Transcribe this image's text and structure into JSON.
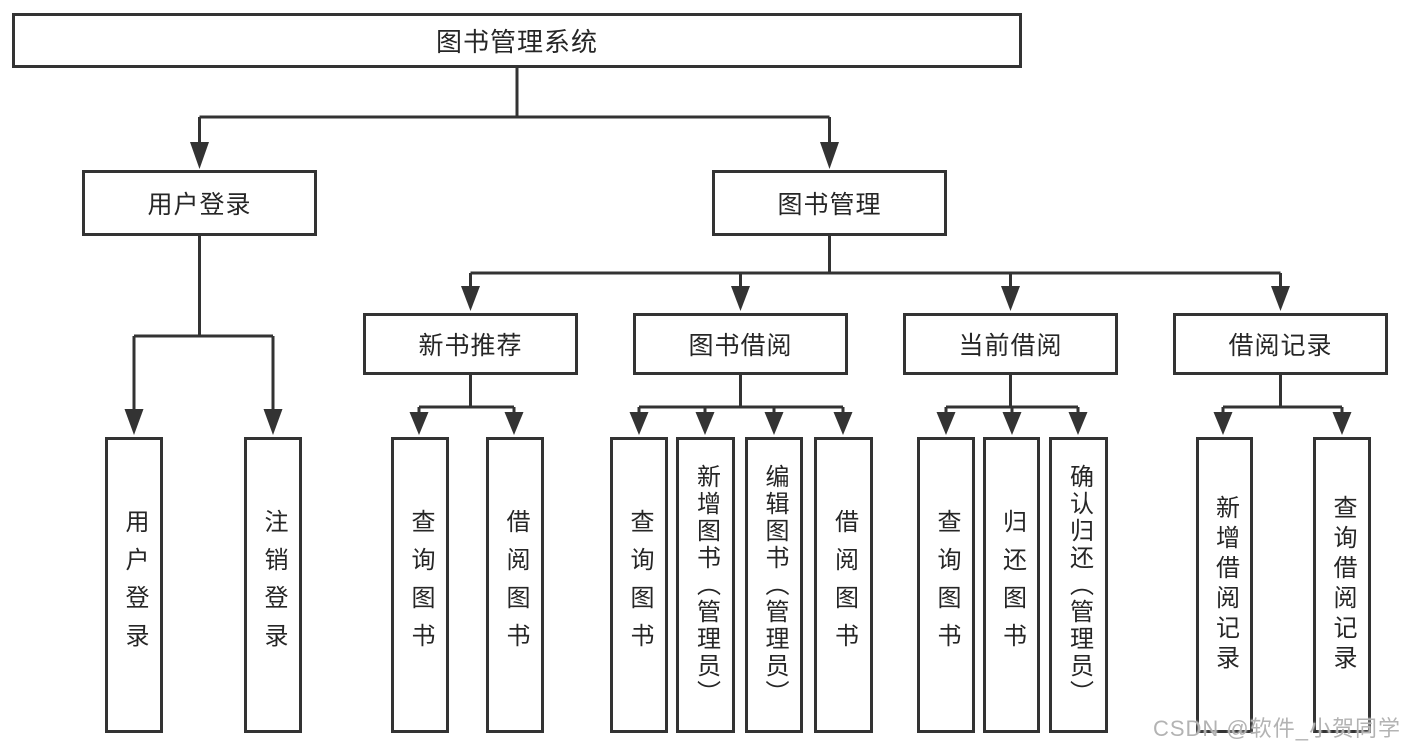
{
  "colors": {
    "line": "#333333",
    "text": "#262626",
    "box_background": "#ffffff",
    "watermark": "#b3b3b3"
  },
  "watermark": "CSDN @软件_小贺同学",
  "tree": {
    "label": "图书管理系统",
    "children": [
      {
        "label": "用户登录",
        "children": [
          {
            "label": "用户登录"
          },
          {
            "label": "注销登录"
          }
        ]
      },
      {
        "label": "图书管理",
        "children": [
          {
            "label": "新书推荐",
            "children": [
              {
                "label": "查询图书"
              },
              {
                "label": "借阅图书"
              }
            ]
          },
          {
            "label": "图书借阅",
            "children": [
              {
                "label": "查询图书"
              },
              {
                "label": "新增图书（管理员）"
              },
              {
                "label": "编辑图书（管理员）"
              },
              {
                "label": "借阅图书"
              }
            ]
          },
          {
            "label": "当前借阅",
            "children": [
              {
                "label": "查询图书"
              },
              {
                "label": "归还图书"
              },
              {
                "label": "确认归还（管理员）"
              }
            ]
          },
          {
            "label": "借阅记录",
            "children": [
              {
                "label": "新增借阅记录"
              },
              {
                "label": "查询借阅记录"
              }
            ]
          }
        ]
      }
    ]
  }
}
